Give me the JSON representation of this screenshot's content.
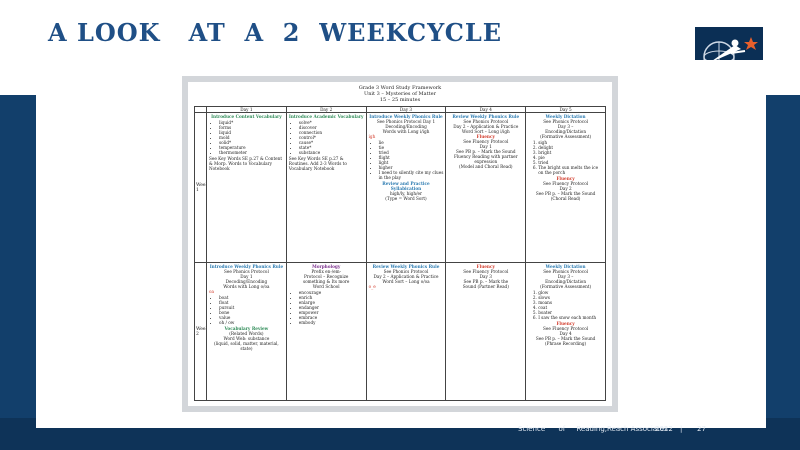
{
  "slide": {
    "title": "A LOOK   AT  A  2  WEEKCYCLE"
  },
  "document": {
    "header": [
      "Grade 3 Word Study Framework",
      "Unit 3 – Mysteries of Matter",
      "15 – 25 minutes"
    ],
    "days": [
      "Day 1",
      "Day 2",
      "Day 3",
      "Day 4",
      "Day 5"
    ],
    "week1": {
      "label": "Week 1",
      "day1": {
        "heading": "Introduce Content Vocabulary",
        "items": [
          "liquid*",
          "forms",
          "liquid",
          "mold",
          "solid*",
          "temperature",
          "thermometer"
        ],
        "note": "See Key Words SE p.27 & Content & Morp. Words to Vocabulary Notebook"
      },
      "day2": {
        "heading": "Introduce Academic Vocabulary",
        "items": [
          "solve*",
          "discover",
          "connection",
          "control*",
          "cause*",
          "state*",
          "substance"
        ],
        "note": "See Key Words SE p.27 & Routines. Add 2-3 Words to Vocabulary Notebook"
      },
      "day3": {
        "heading": "Introduce Weekly Phonics Rule",
        "lines": [
          "See Phonics Protocol Day 1",
          "Decoding/Encoding",
          "Words with Long i/igh",
          "igh"
        ],
        "items": [
          "lie",
          "tie",
          "tried",
          "flight",
          "light",
          "higher",
          "I need to silently cite my clues in the play"
        ],
        "heading2": "Review and Practice Syllabication",
        "lines2": [
          "high/ly, high/er",
          "(Type = Word Sort)"
        ]
      },
      "day4": {
        "heading": "Review Weekly Phonics Rule",
        "lines": [
          "See Phonics Protocol",
          "Day 2 – Application & Practice",
          "Word Sort – Long i/igh"
        ],
        "heading2": "Fluency",
        "lines2": [
          "See Fluency Protocol",
          "Day 1",
          "See PB p. – Mark the Sound",
          "Fluency Reading with partner expression",
          "(Model and Choral Read)"
        ]
      },
      "day5": {
        "heading": "Weekly Dictation",
        "lines": [
          "See Phonics Protocol",
          "Day 3 –",
          "Encoding/Dictation",
          "(Formative Assessment)"
        ],
        "items": [
          "sigh",
          "delight",
          "bright",
          "pie",
          "tried",
          "The bright sun melts the ice on the porch"
        ],
        "heading2": "Fluency",
        "lines2": [
          "See Fluency Protocol",
          "Day 2",
          "See PB p. – Mark the Sound (Choral Read)"
        ]
      }
    },
    "week2": {
      "label": "Week 2",
      "day1": {
        "heading": "Introduce Weekly Phonics Rule",
        "lines": [
          "See Phonics Protocol",
          "Day 1",
          "Decoding/Encoding",
          "Words with Long o/oa",
          "oa"
        ],
        "items": [
          "boat",
          "float",
          "pursuit",
          "bone",
          "value",
          "oh / ow"
        ],
        "heading2": "Vocabulary Review",
        "lines2": [
          "(Related Words)",
          "Word Web: substance",
          "(liquid, solid, matter, material, state)"
        ]
      },
      "day2": {
        "heading": "Morphology",
        "lines": [
          "Prefix en-/em-",
          "Protocol – Recognize",
          "something & Its more",
          "Word School"
        ],
        "items": [
          "encourage",
          "enrich",
          "enlarge",
          "endanger",
          "empower",
          "embrace",
          "embody"
        ]
      },
      "day3": {
        "heading": "Review Weekly Phonics Rule",
        "lines": [
          "See Phonics Protocol",
          "Day 2 – Application & Practice",
          "Word Sort – Long o/oa",
          "o_e"
        ]
      },
      "day4": {
        "heading": "Fluency",
        "lines": [
          "See Fluency Protocol",
          "Day 3",
          "See PB p. – Mark the",
          "Sound (Partner Read)"
        ]
      },
      "day5": {
        "heading": "Weekly Dictation",
        "lines": [
          "See Phonics Protocol",
          "Day 3 –",
          "Encoding/Dictation",
          "(Formative Assessment)"
        ],
        "items": [
          "glow",
          "slows",
          "moans",
          "coat",
          "boater",
          "I saw the snow each month"
        ],
        "heading2": "Fluency",
        "lines2": [
          "See Fluency Protocol",
          "Day 4",
          "See PB p. – Mark the Sound (Phrase Recording)"
        ]
      }
    }
  },
  "footer": {
    "org": "Science      of     Reading,Reach Associates",
    "year": "2022",
    "sep": "|",
    "page": "27"
  },
  "colors": {
    "title": "#1f4f86",
    "band": "#123f6b",
    "phonics": "#2a7ab0",
    "vocab": "#2e8b57",
    "morph": "#7a2e8c",
    "fluency": "#d23a2a"
  }
}
